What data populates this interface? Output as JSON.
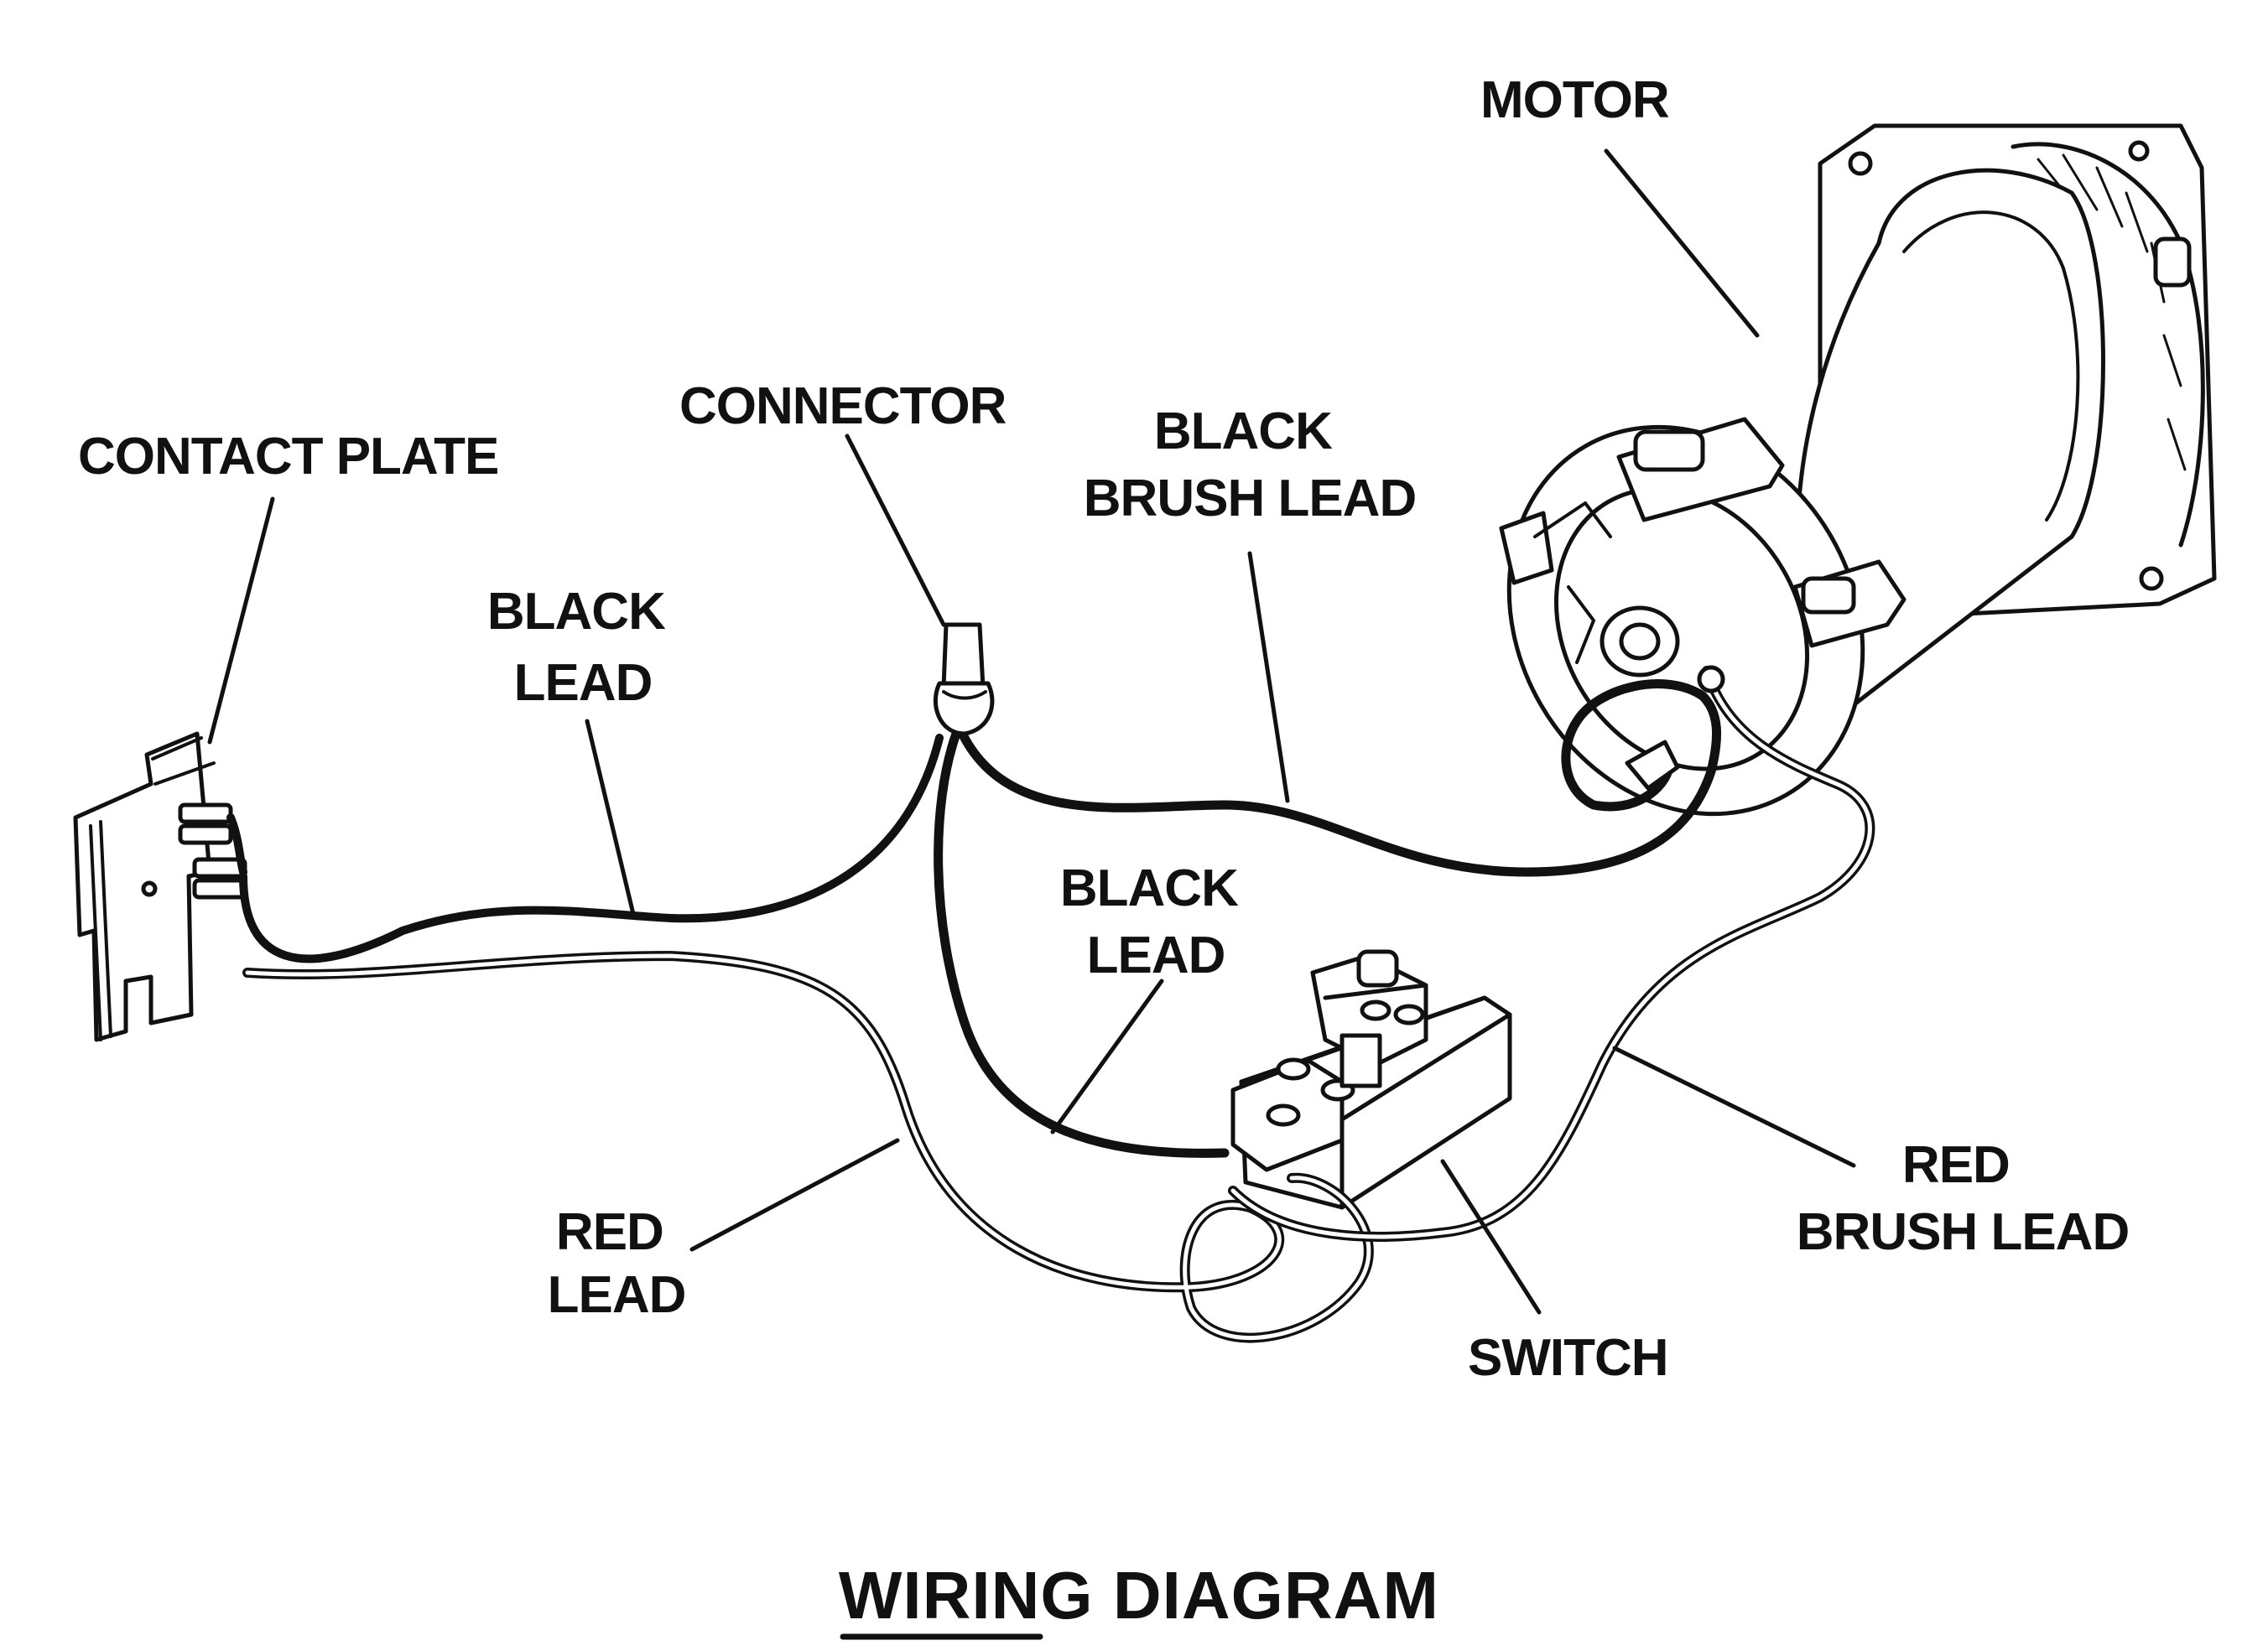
{
  "title": "WIRING DIAGRAM",
  "labels": {
    "motor": "MOTOR",
    "contact_plate": "CONTACT PLATE",
    "connector": "CONNECTOR",
    "black_brush_lead": [
      "BLACK",
      "BRUSH LEAD"
    ],
    "black_lead_left": [
      "BLACK",
      "LEAD"
    ],
    "black_lead_center": [
      "BLACK",
      "LEAD"
    ],
    "red_lead": [
      "RED",
      "LEAD"
    ],
    "red_brush_lead": [
      "RED",
      "BRUSH LEAD"
    ],
    "switch": "SWITCH"
  }
}
